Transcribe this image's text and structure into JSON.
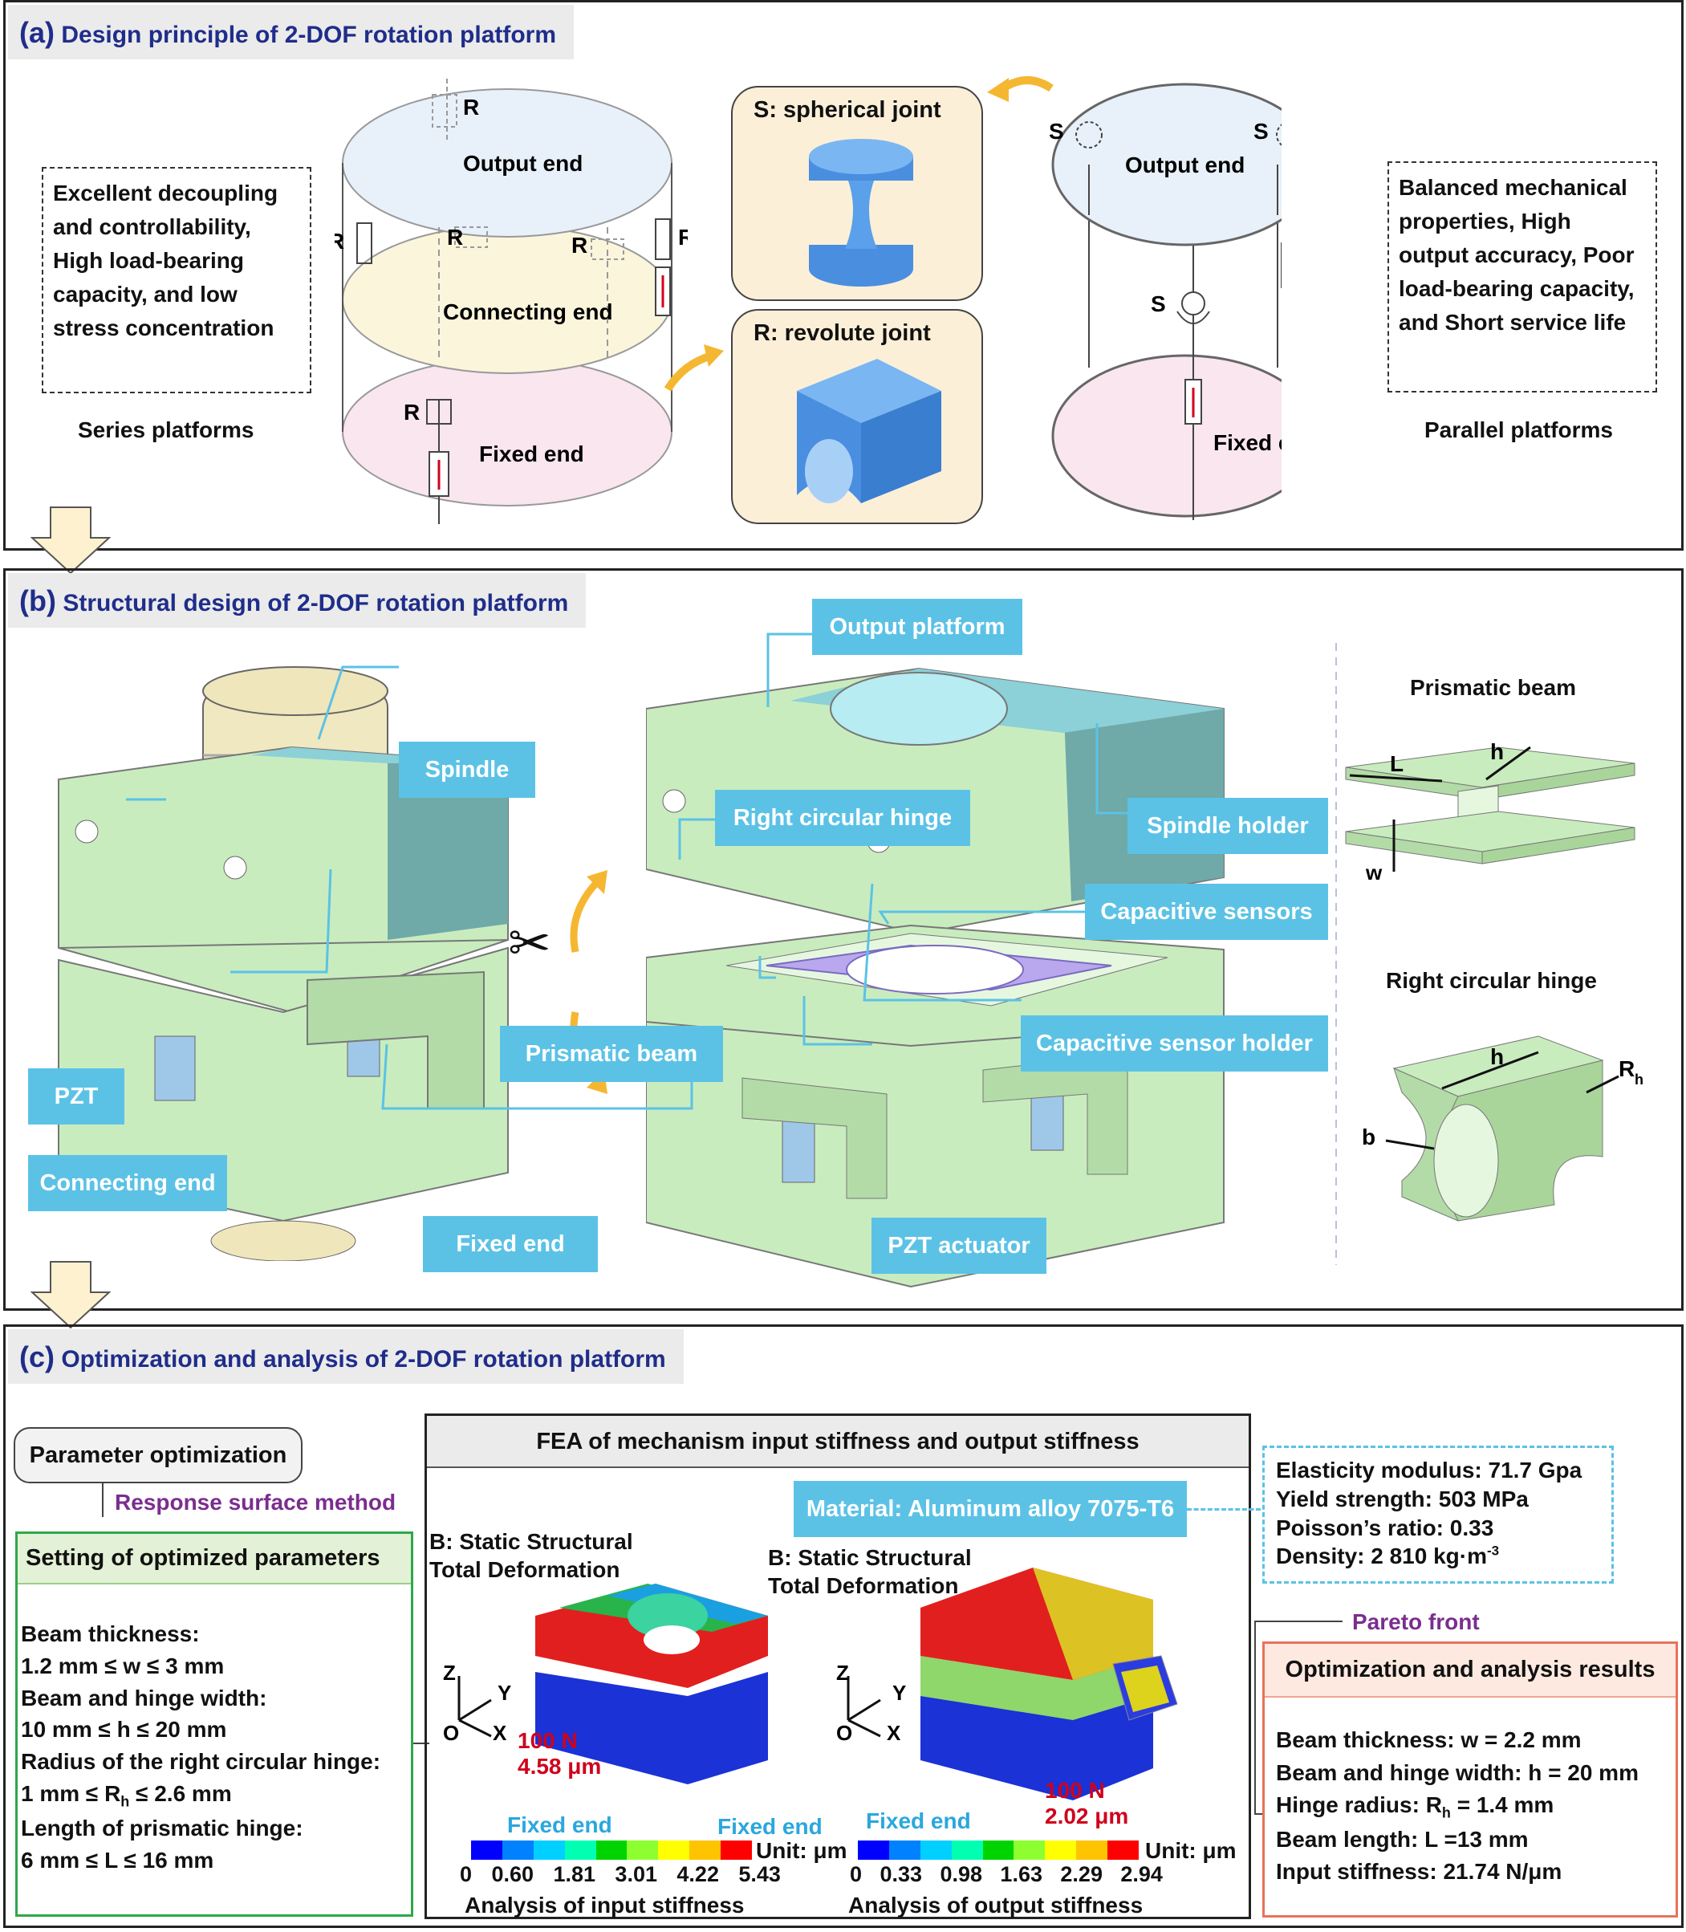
{
  "panel_a": {
    "letter": "(a)",
    "title": "Design principle of 2-DOF rotation platform",
    "series_desc": "Excellent decoupling and controllability, High load-bearing capacity, and low stress concentration",
    "series_label": "Series platforms",
    "parallel_desc": "Balanced mechanical properties, High output accuracy, Poor load-bearing capacity, and Short service life",
    "parallel_label": "Parallel platforms",
    "output_end": "Output end",
    "connecting_end": "Connecting end",
    "fixed_end": "Fixed end",
    "r": "R",
    "s": "S",
    "spherical_joint": "S: spherical joint",
    "revolute_joint": "R: revolute joint"
  },
  "panel_b": {
    "letter": "(b)",
    "title": "Structural design of 2-DOF rotation platform",
    "labels": {
      "spindle": "Spindle",
      "pzt": "PZT",
      "connecting_end": "Connecting end",
      "fixed_end": "Fixed end",
      "output_platform": "Output platform",
      "right_circular_hinge": "Right circular hinge",
      "spindle_holder": "Spindle holder",
      "capacitive_sensors": "Capacitive sensors",
      "prismatic_beam": "Prismatic beam",
      "capacitive_sensor_holder": "Capacitive sensor holder",
      "pzt_actuator": "PZT actuator"
    },
    "detail_prismatic": "Prismatic beam",
    "detail_hinge": "Right circular hinge",
    "dim_l": "L",
    "dim_h": "h",
    "dim_w": "w",
    "dim_b": "b",
    "dim_r": "R",
    "dim_r_sub": "h"
  },
  "panel_c": {
    "letter": "(c)",
    "title": "Optimization and analysis of  2-DOF rotation platform",
    "param_opt": "Parameter optimization",
    "rsm": "Response surface method",
    "setting_title": "Setting of optimized parameters",
    "setting_lines": [
      "Beam thickness:",
      "1.2 mm ≤ w ≤ 3 mm",
      "Beam and hinge width:",
      "10 mm ≤ h ≤ 20 mm",
      "Radius of the right circular hinge:",
      "1 mm ≤ R",
      "h",
      " ≤ 2.6 mm",
      "Length of prismatic hinge:",
      "6 mm ≤ L ≤ 16 mm"
    ],
    "fea_title": "FEA of mechanism input stiffness and output stiffness",
    "material": "Material: Aluminum alloy 7075-T6",
    "props": [
      "Elasticity modulus: 71.7 Gpa",
      "Yield strength: 503 MPa",
      "Poisson’s ratio: 0.33",
      "Density: 2 810 kg·m",
      "-3"
    ],
    "static1": "B: Static Structural",
    "static2": "Total Deformation",
    "force1": "100 N",
    "defl1": "4.58 μm",
    "force2": "100 N",
    "defl2": "2.02 μm",
    "fixed_end": "Fixed end",
    "unit": "Unit: μm",
    "scale1": [
      "0",
      "0.60",
      "1.81",
      "3.01",
      "4.22",
      "5.43"
    ],
    "scale2": [
      "0",
      "0.33",
      "0.98",
      "1.63",
      "2.29",
      "2.94"
    ],
    "analysis_in": "Analysis of input stiffness",
    "analysis_out": "Analysis of output stiffness",
    "axis_z": "Z",
    "axis_y": "Y",
    "axis_x": "X",
    "axis_o": "O",
    "pareto": "Pareto front",
    "results_title": "Optimization and analysis results",
    "results": [
      "Beam thickness: w = 2.2 mm",
      "Beam and hinge width:  h = 20 mm",
      "Hinge radius: R",
      "h",
      " = 1.4 mm",
      "Beam length: L =13 mm",
      "Input stiffness: 21.74 N/μm"
    ]
  },
  "colors": {
    "title_blue": "#1f2d8a",
    "label_blue": "#5bc2e6",
    "green": "#c9ecbf",
    "purple": "#7b2d8e",
    "result_border": "#e8735a",
    "setting_border": "#2ea84a"
  }
}
